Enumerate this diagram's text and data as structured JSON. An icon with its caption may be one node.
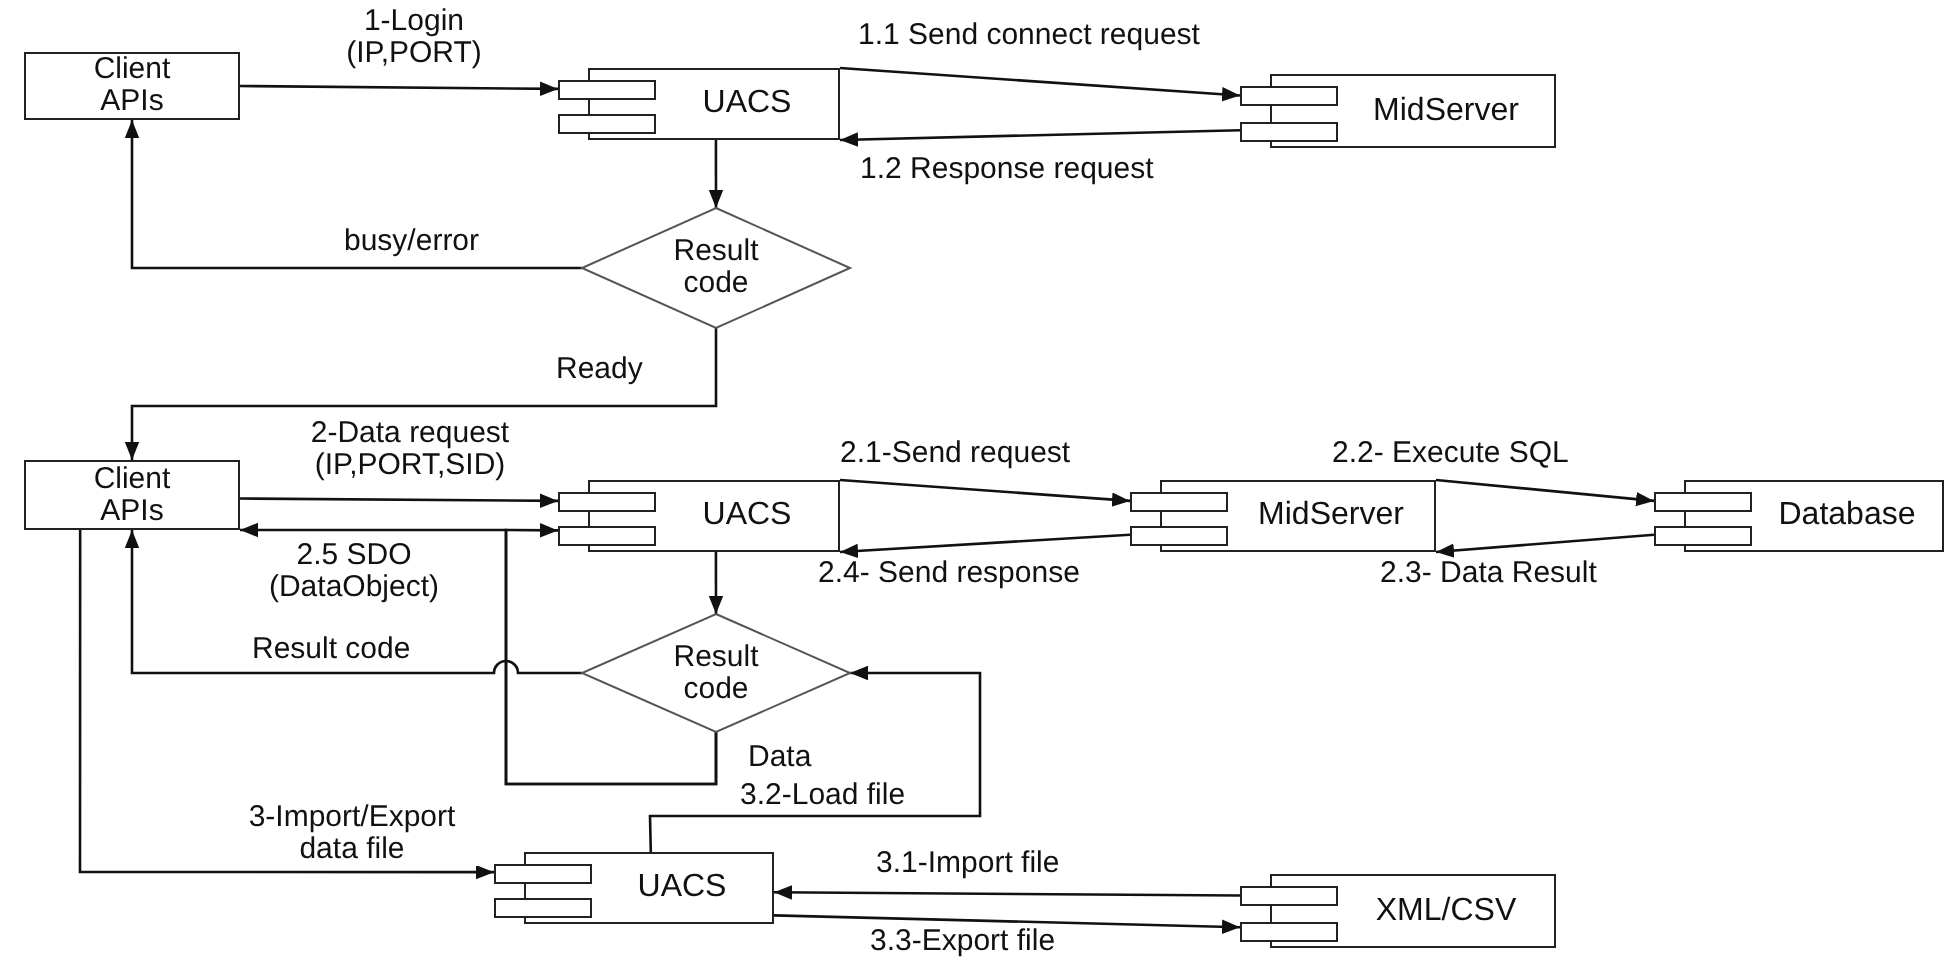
{
  "diagram": {
    "nodes": [
      {
        "text": [
          "Client APIs"
        ]
      },
      {
        "text": [
          "UACS"
        ]
      },
      {
        "text": [
          "MidServer"
        ]
      },
      {
        "text": [
          "Result code"
        ]
      },
      {
        "text": [
          "Client APIs"
        ]
      },
      {
        "text": [
          "UACS"
        ]
      },
      {
        "text": [
          "MidServer"
        ]
      },
      {
        "text": [
          "Database"
        ]
      },
      {
        "text": [
          "Result code"
        ]
      },
      {
        "text": [
          "UACS"
        ]
      },
      {
        "text": [
          "XML/CSV"
        ]
      }
    ],
    "edges": [
      {
        "from": 0,
        "to": 1,
        "arrow": "to",
        "label": "1-Login (IP,PORT)"
      },
      {
        "from": 1,
        "to": 2,
        "arrow": "to",
        "label": "1.1 Send connect request"
      },
      {
        "from": 2,
        "to": 1,
        "arrow": "to",
        "label": "1.2 Response request"
      },
      {
        "from": 1,
        "to": 3,
        "arrow": "to"
      },
      {
        "from": 3,
        "to": 0,
        "arrow": "to",
        "label": "busy/error"
      },
      {
        "from": 3,
        "to": 4,
        "arrow": "to",
        "label": "Ready"
      },
      {
        "from": 4,
        "to": 5,
        "arrow": "to",
        "label": "2-Data request (IP,PORT,SID)"
      },
      {
        "from": 8,
        "to": 4,
        "arrow": "to",
        "label": "2.5 SDO (DataObject)"
      },
      {
        "from": 8,
        "to": 5,
        "arrow": "to",
        "label": "Data"
      },
      {
        "from": 5,
        "to": 6,
        "arrow": "to",
        "label": "2.1-Send request"
      },
      {
        "from": 6,
        "to": 5,
        "arrow": "to",
        "label": "2.4- Send response"
      },
      {
        "from": 6,
        "to": 7,
        "arrow": "to",
        "label": "2.2- Execute SQL"
      },
      {
        "from": 7,
        "to": 6,
        "arrow": "to",
        "label": "2.3- Data Result"
      },
      {
        "from": 5,
        "to": 8,
        "arrow": "to"
      },
      {
        "from": 8,
        "to": 4,
        "arrow": "to",
        "label": "Result code"
      },
      {
        "from": 4,
        "to": 9,
        "arrow": "to",
        "label": "3-Import/Export data file"
      },
      {
        "from": 10,
        "to": 9,
        "arrow": "to",
        "label": "3.1-Import file"
      },
      {
        "from": 9,
        "to": 10,
        "arrow": "to",
        "label": "3.3-Export file"
      },
      {
        "from": 9,
        "to": 8,
        "arrow": "to",
        "label": "3.2-Load file"
      }
    ]
  }
}
